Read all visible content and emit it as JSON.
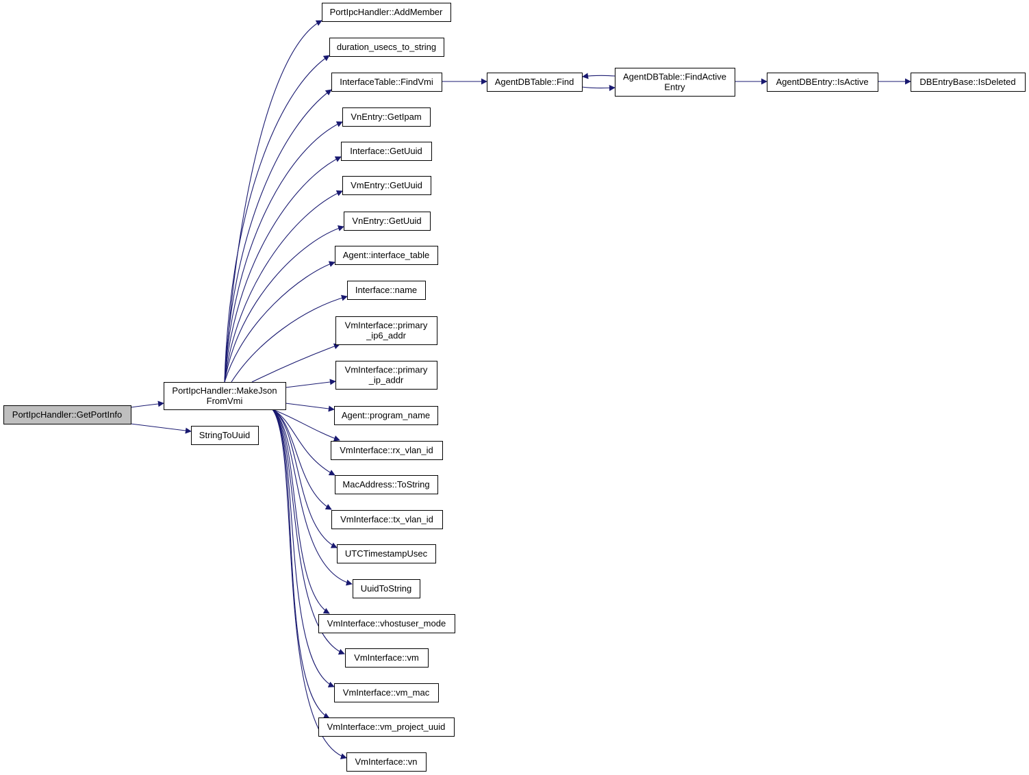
{
  "colors": {
    "edge": "#191970",
    "root_fill": "#bfbfbf",
    "node_fill": "#ffffff",
    "border": "#000000"
  },
  "nodes": {
    "getportinfo": {
      "lines": [
        "PortIpcHandler::GetPortInfo"
      ]
    },
    "makejson": {
      "lines": [
        "PortIpcHandler::MakeJson",
        "FromVmi"
      ]
    },
    "stringtouuid": {
      "lines": [
        "StringToUuid"
      ]
    },
    "addmember": {
      "lines": [
        "PortIpcHandler::AddMember"
      ]
    },
    "duration": {
      "lines": [
        "duration_usecs_to_string"
      ]
    },
    "findvmi": {
      "lines": [
        "InterfaceTable::FindVmi"
      ]
    },
    "getipam": {
      "lines": [
        "VnEntry::GetIpam"
      ]
    },
    "ifgetuuid": {
      "lines": [
        "Interface::GetUuid"
      ]
    },
    "vmgetuuid": {
      "lines": [
        "VmEntry::GetUuid"
      ]
    },
    "vngetuuid": {
      "lines": [
        "VnEntry::GetUuid"
      ]
    },
    "iftable": {
      "lines": [
        "Agent::interface_table"
      ]
    },
    "ifname": {
      "lines": [
        "Interface::name"
      ]
    },
    "primaryip6": {
      "lines": [
        "VmInterface::primary",
        "_ip6_addr"
      ]
    },
    "primaryip": {
      "lines": [
        "VmInterface::primary",
        "_ip_addr"
      ]
    },
    "programname": {
      "lines": [
        "Agent::program_name"
      ]
    },
    "rxvlan": {
      "lines": [
        "VmInterface::rx_vlan_id"
      ]
    },
    "macstr": {
      "lines": [
        "MacAddress::ToString"
      ]
    },
    "txvlan": {
      "lines": [
        "VmInterface::tx_vlan_id"
      ]
    },
    "utcts": {
      "lines": [
        "UTCTimestampUsec"
      ]
    },
    "uuidtostr": {
      "lines": [
        "UuidToString"
      ]
    },
    "vhostuser": {
      "lines": [
        "VmInterface::vhostuser_mode"
      ]
    },
    "vmivm": {
      "lines": [
        "VmInterface::vm"
      ]
    },
    "vmmac": {
      "lines": [
        "VmInterface::vm_mac"
      ]
    },
    "vmproj": {
      "lines": [
        "VmInterface::vm_project_uuid"
      ]
    },
    "vmivn": {
      "lines": [
        "VmInterface::vn"
      ]
    },
    "dbfind": {
      "lines": [
        "AgentDBTable::Find"
      ]
    },
    "findactive": {
      "lines": [
        "AgentDBTable::FindActive",
        "Entry"
      ]
    },
    "isactive": {
      "lines": [
        "AgentDBEntry::IsActive"
      ]
    },
    "isdeleted": {
      "lines": [
        "DBEntryBase::IsDeleted"
      ]
    }
  }
}
